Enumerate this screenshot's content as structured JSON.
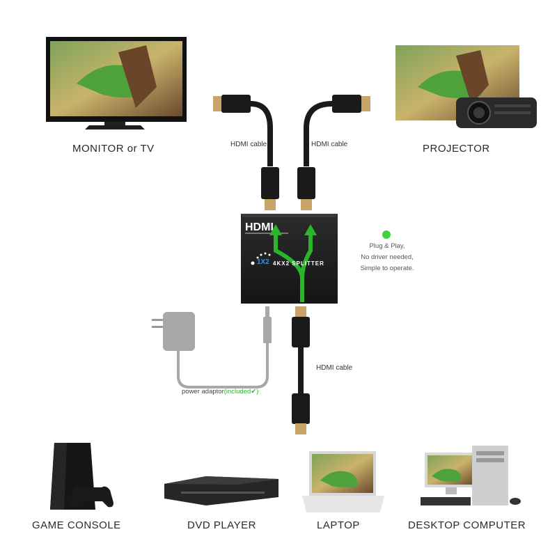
{
  "devices": {
    "monitor": "MONITOR or TV",
    "projector": "PROJECTOR",
    "game_console": "GAME CONSOLE",
    "dvd_player": "DVD PLAYER",
    "laptop": "LAPTOP",
    "desktop": "DESKTOP COMPUTER"
  },
  "cables": {
    "output_left": "HDMI cable",
    "output_right": "HDMI cable",
    "input": "HDMI cable"
  },
  "splitter": {
    "logo": "HDMI",
    "model": "1X2",
    "name": "4KX2 SPLITTER"
  },
  "features": {
    "line1": "Plug & Play,",
    "line2": "No driver needed,",
    "line3": "Simple to operate."
  },
  "power": {
    "label": "power adaptor",
    "included": "(included",
    "check": "✔",
    "close": ")"
  },
  "colors": {
    "accent_green": "#2bb52b",
    "cable": "#1a1a1a",
    "adaptor": "#999999"
  }
}
